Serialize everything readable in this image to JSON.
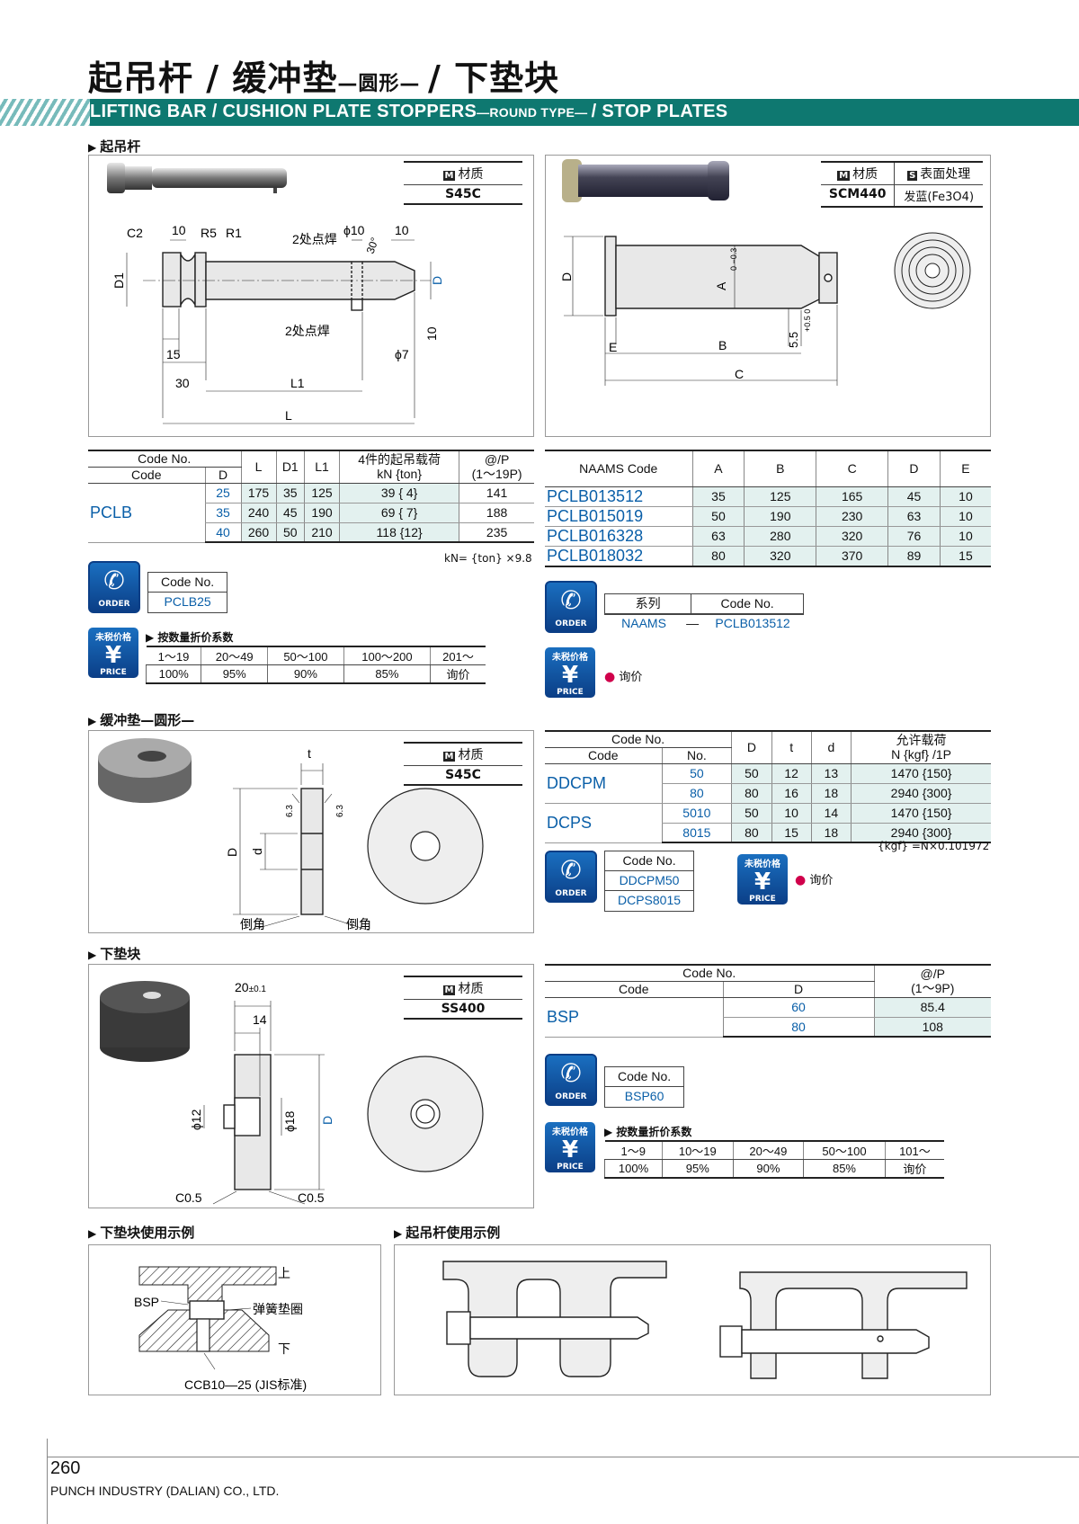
{
  "title": {
    "main_a": "起吊杆 / 缓冲垫",
    "main_b": "—圆形— ",
    "main_c": "/ 下垫块"
  },
  "banner": {
    "a": "LIFTING BAR / CUSHION PLATE STOPPERS",
    "b": "—ROUND TYPE— ",
    "c": "/ STOP PLATES"
  },
  "sections": {
    "lifting_bar": "起吊杆",
    "cushion": "缓冲垫—圆形—",
    "stop_plate": "下垫块",
    "stop_example": "下垫块使用示例",
    "lift_example": "起吊杆使用示例"
  },
  "lifting_bar": {
    "material_label": "材质",
    "material": "S45C",
    "dims": {
      "c2": "C2",
      "d10a": "10",
      "r5": "R5",
      "r1": "R1",
      "phi10": "ϕ10",
      "d10b": "10",
      "weld_top": "2处点焊",
      "deg30": "30°",
      "d1": "D1",
      "d": "D",
      "weld_bottom": "2处点焊",
      "d10c": "10",
      "phi7": "ϕ7",
      "d15": "15",
      "d30": "30",
      "l1": "L1",
      "l": "L"
    },
    "table": {
      "headers": {
        "code_no": "Code No.",
        "code": "Code",
        "d": "D",
        "l": "L",
        "d1": "D1",
        "l1": "L1",
        "load": "4件的起吊载荷",
        "load_unit": "kN {ton}",
        "price": "@/P",
        "price_range": "(1～19P)"
      },
      "code": "PCLB",
      "rows": [
        {
          "d": "25",
          "l": "175",
          "d1": "35",
          "l1": "125",
          "load": "39 { 4}",
          "price": "141"
        },
        {
          "d": "35",
          "l": "240",
          "d1": "45",
          "l1": "190",
          "load": "69 { 7}",
          "price": "188"
        },
        {
          "d": "40",
          "l": "260",
          "d1": "50",
          "l1": "210",
          "load": "118 {12}",
          "price": "235"
        }
      ],
      "note": "kN= {ton} ×9.8"
    },
    "order": {
      "label": "ORDER",
      "code_header": "Code No.",
      "code_value": "PCLB25"
    },
    "price": {
      "title": "未税价格",
      "label": "PRICE",
      "disc_title": "按数量折价系数",
      "qty": [
        "1～19",
        "20～49",
        "50～100",
        "100～200",
        "201～"
      ],
      "rate": [
        "100%",
        "95%",
        "90%",
        "85%",
        "询价"
      ]
    }
  },
  "naams": {
    "material_label": "材质",
    "surface_label": "表面处理",
    "material": "SCM440",
    "surface": "发蓝(Fe3O4)",
    "dims": {
      "d": "D",
      "a": "A",
      "a_tol": "0 −0.3",
      "e": "E",
      "b": "B",
      "c": "C",
      "tol55": "5.5",
      "tol55b": "+0.5 0"
    },
    "table": {
      "headers": {
        "code": "NAAMS Code",
        "a": "A",
        "b": "B",
        "c": "C",
        "d": "D",
        "e": "E"
      },
      "rows": [
        {
          "code": "PCLB013512",
          "a": "35",
          "b": "125",
          "c": "165",
          "d": "45",
          "e": "10"
        },
        {
          "code": "PCLB015019",
          "a": "50",
          "b": "190",
          "c": "230",
          "d": "63",
          "e": "10"
        },
        {
          "code": "PCLB016328",
          "a": "63",
          "b": "280",
          "c": "320",
          "d": "76",
          "e": "10"
        },
        {
          "code": "PCLB018032",
          "a": "80",
          "b": "320",
          "c": "370",
          "d": "89",
          "e": "15"
        }
      ]
    },
    "order": {
      "label": "ORDER",
      "series_header": "系列",
      "code_header": "Code No.",
      "series_value": "NAAMS",
      "dash": "—",
      "code_value": "PCLB013512"
    },
    "price": {
      "title": "未税价格",
      "label": "PRICE",
      "inquiry": "询价"
    }
  },
  "cushion": {
    "material_label": "材质",
    "material": "S45C",
    "dims": {
      "t": "t",
      "d": "D",
      "dd": "d",
      "r1": "6.3",
      "r2": "6.3",
      "chamfer1": "倒角",
      "chamfer2": "倒角"
    },
    "table": {
      "headers": {
        "code_no": "Code No.",
        "code": "Code",
        "no": "No.",
        "d": "D",
        "t": "t",
        "dd": "d",
        "load": "允许载荷",
        "load_unit": "N {kgf} /1P"
      },
      "groups": [
        {
          "code": "DDCPM",
          "rows": [
            {
              "no": "50",
              "d": "50",
              "t": "12",
              "dd": "13",
              "load": "1470 {150}"
            },
            {
              "no": "80",
              "d": "80",
              "t": "16",
              "dd": "18",
              "load": "2940 {300}"
            }
          ]
        },
        {
          "code": "DCPS",
          "rows": [
            {
              "no": "5010",
              "d": "50",
              "t": "10",
              "dd": "14",
              "load": "1470 {150}"
            },
            {
              "no": "8015",
              "d": "80",
              "t": "15",
              "dd": "18",
              "load": "2940 {300}"
            }
          ]
        }
      ],
      "note": "{kgf} =N×0.101972"
    },
    "order": {
      "label": "ORDER",
      "code_header": "Code No.",
      "code1": "DDCPM50",
      "code2": "DCPS8015"
    },
    "price": {
      "title": "未税价格",
      "label": "PRICE",
      "inquiry": "询价"
    }
  },
  "stop_plate": {
    "material_label": "材质",
    "material": "SS400",
    "dims": {
      "w20": "20",
      "w20tol": "±0.1",
      "w14": "14",
      "phi12": "ϕ12",
      "phi18": "ϕ18",
      "d": "D",
      "c05a": "C0.5",
      "c05b": "C0.5"
    },
    "table": {
      "headers": {
        "code_no": "Code No.",
        "code": "Code",
        "d": "D",
        "price": "@/P",
        "price_range": "(1～9P)"
      },
      "code": "BSP",
      "rows": [
        {
          "d": "60",
          "price": "85.4"
        },
        {
          "d": "80",
          "price": "108"
        }
      ]
    },
    "order": {
      "label": "ORDER",
      "code_header": "Code No.",
      "code_value": "BSP60"
    },
    "price": {
      "title": "未税价格",
      "label": "PRICE",
      "disc_title": "按数量折价系数",
      "qty": [
        "1～9",
        "10～19",
        "20～49",
        "50～100",
        "101～"
      ],
      "rate": [
        "100%",
        "95%",
        "90%",
        "85%",
        "询价"
      ]
    }
  },
  "examples": {
    "upper": "上",
    "bsp": "BSP",
    "spring": "弹簧垫圈",
    "lower": "下",
    "bolt": "CCB10—25 (JIS标准)"
  },
  "footer": {
    "page": "260",
    "company": "PUNCH INDUSTRY (DALIAN) CO., LTD."
  },
  "colors": {
    "banner": "#0e7870",
    "code_blue": "#0a5fa8",
    "shade": "#e3f1ef",
    "order_blue": "#0b3e86"
  }
}
